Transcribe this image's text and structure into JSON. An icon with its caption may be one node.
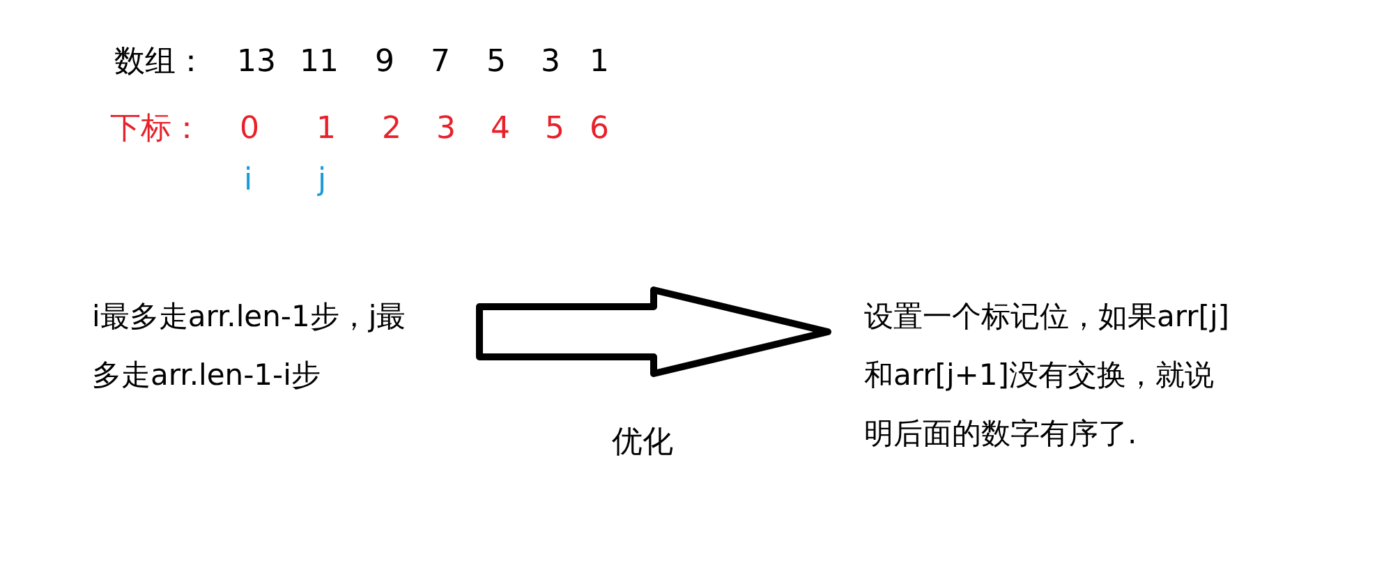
{
  "diagram": {
    "nodes": [
      {
        "text": [
          "i最多走arr.len-1步，j最多走arr.len-1-i步"
        ]
      },
      {
        "text": [
          "设置一个标记位，如果arr[j] 和arr[j+1]没有交换，就说明后面的数字有序了."
        ]
      }
    ],
    "edges": [
      {
        "from": 0,
        "to": 1,
        "arrow": "to",
        "label": "优化"
      }
    ],
    "labels": [
      "数组：",
      "13",
      "11",
      "9",
      "7",
      "5",
      "3",
      "1",
      "下标：",
      "0",
      "1",
      "2",
      "3",
      "4",
      "5",
      "6",
      "i",
      "j"
    ]
  }
}
